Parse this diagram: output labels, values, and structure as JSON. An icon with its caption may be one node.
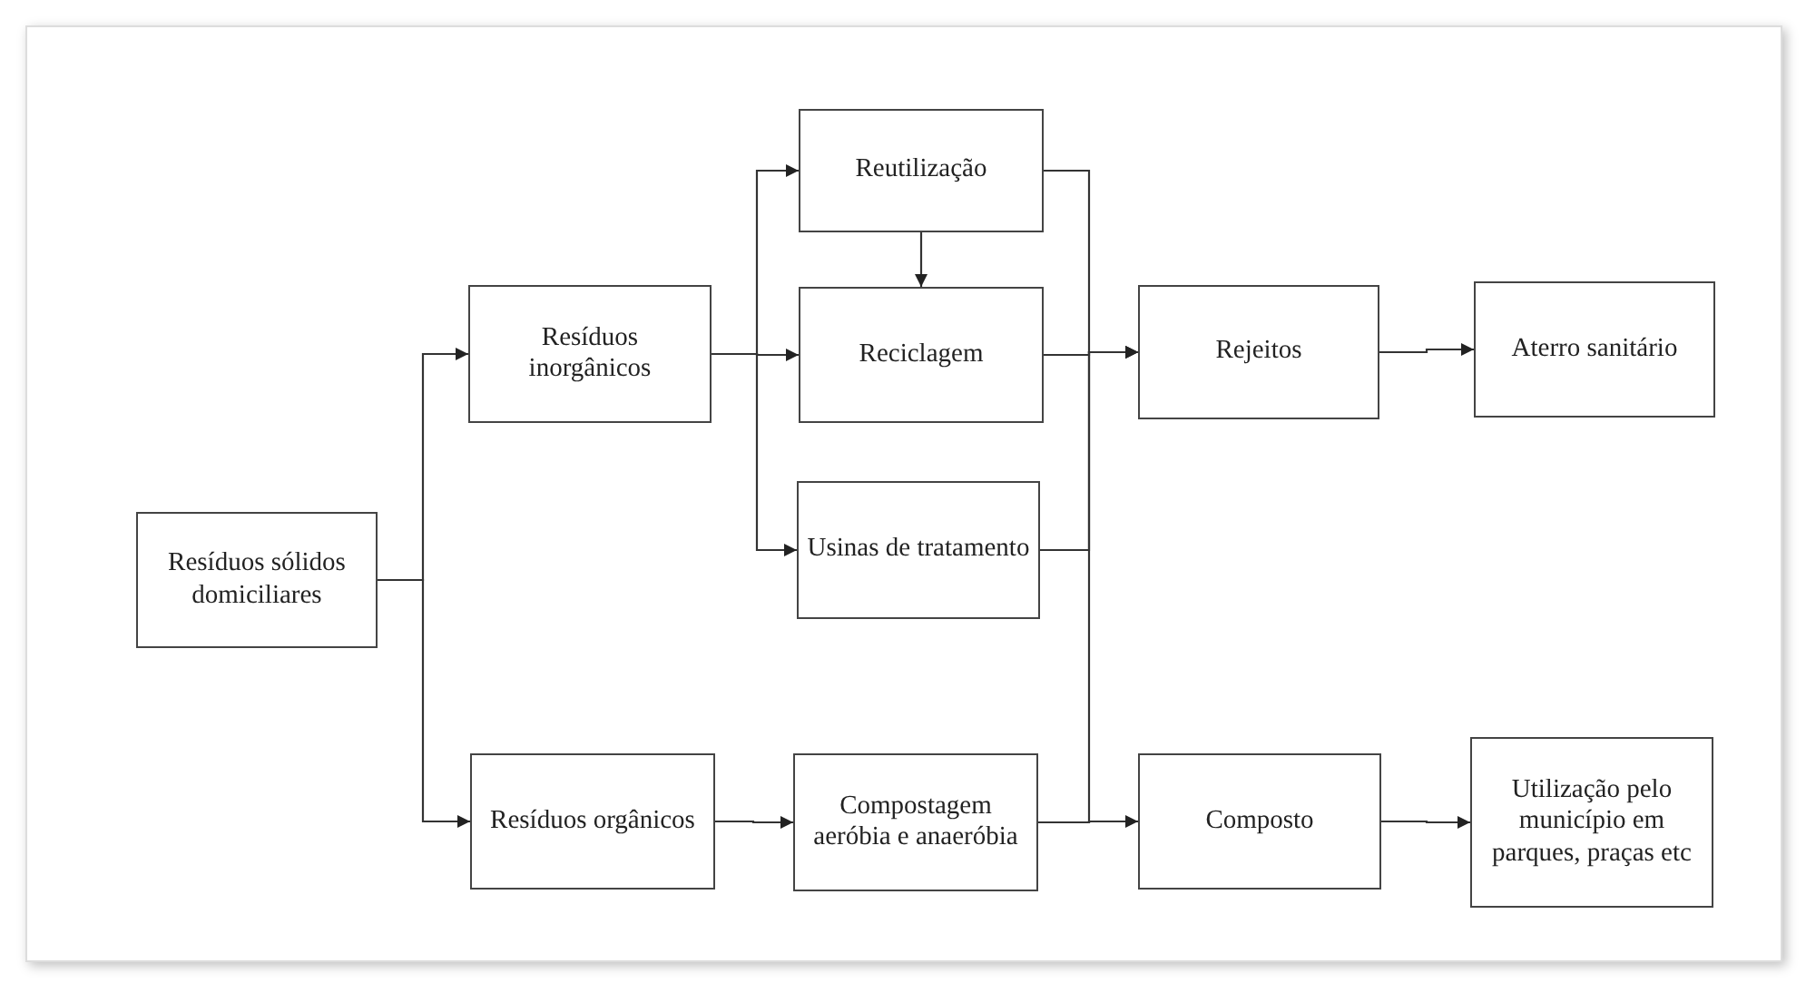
{
  "diagram": {
    "nodes": [
      {
        "text": [
          "Resíduos sólidos domiciliares"
        ]
      },
      {
        "text": [
          "Resíduos inorgânicos"
        ]
      },
      {
        "text": [
          "Reutilização"
        ]
      },
      {
        "text": [
          "Reciclagem"
        ]
      },
      {
        "text": [
          "Usinas de tratamento"
        ]
      },
      {
        "text": [
          "Rejeitos"
        ]
      },
      {
        "text": [
          "Aterro sanitário"
        ]
      },
      {
        "text": [
          "Resíduos orgânicos"
        ]
      },
      {
        "text": [
          "Compostagem aeróbia e anaeróbia"
        ]
      },
      {
        "text": [
          "Composto"
        ]
      },
      {
        "text": [
          "Utilização pelo município em parques, praças etc"
        ]
      }
    ],
    "edges": [
      {
        "from": 0,
        "to": 1,
        "arrow": "to"
      },
      {
        "from": 0,
        "to": 7,
        "arrow": "to"
      },
      {
        "from": 1,
        "to": 2,
        "arrow": "to"
      },
      {
        "from": 1,
        "to": 3,
        "arrow": "to"
      },
      {
        "from": 1,
        "to": 4,
        "arrow": "to"
      },
      {
        "from": 2,
        "to": 3,
        "arrow": "to"
      },
      {
        "from": 2,
        "to": 5,
        "arrow": "to"
      },
      {
        "from": 3,
        "to": 5,
        "arrow": "to"
      },
      {
        "from": 4,
        "to": 5,
        "arrow": "to"
      },
      {
        "from": 8,
        "to": 5,
        "arrow": "to"
      },
      {
        "from": 5,
        "to": 6,
        "arrow": "to"
      },
      {
        "from": 7,
        "to": 8,
        "arrow": "to"
      },
      {
        "from": 8,
        "to": 9,
        "arrow": "to"
      },
      {
        "from": 9,
        "to": 10,
        "arrow": "to"
      }
    ]
  }
}
